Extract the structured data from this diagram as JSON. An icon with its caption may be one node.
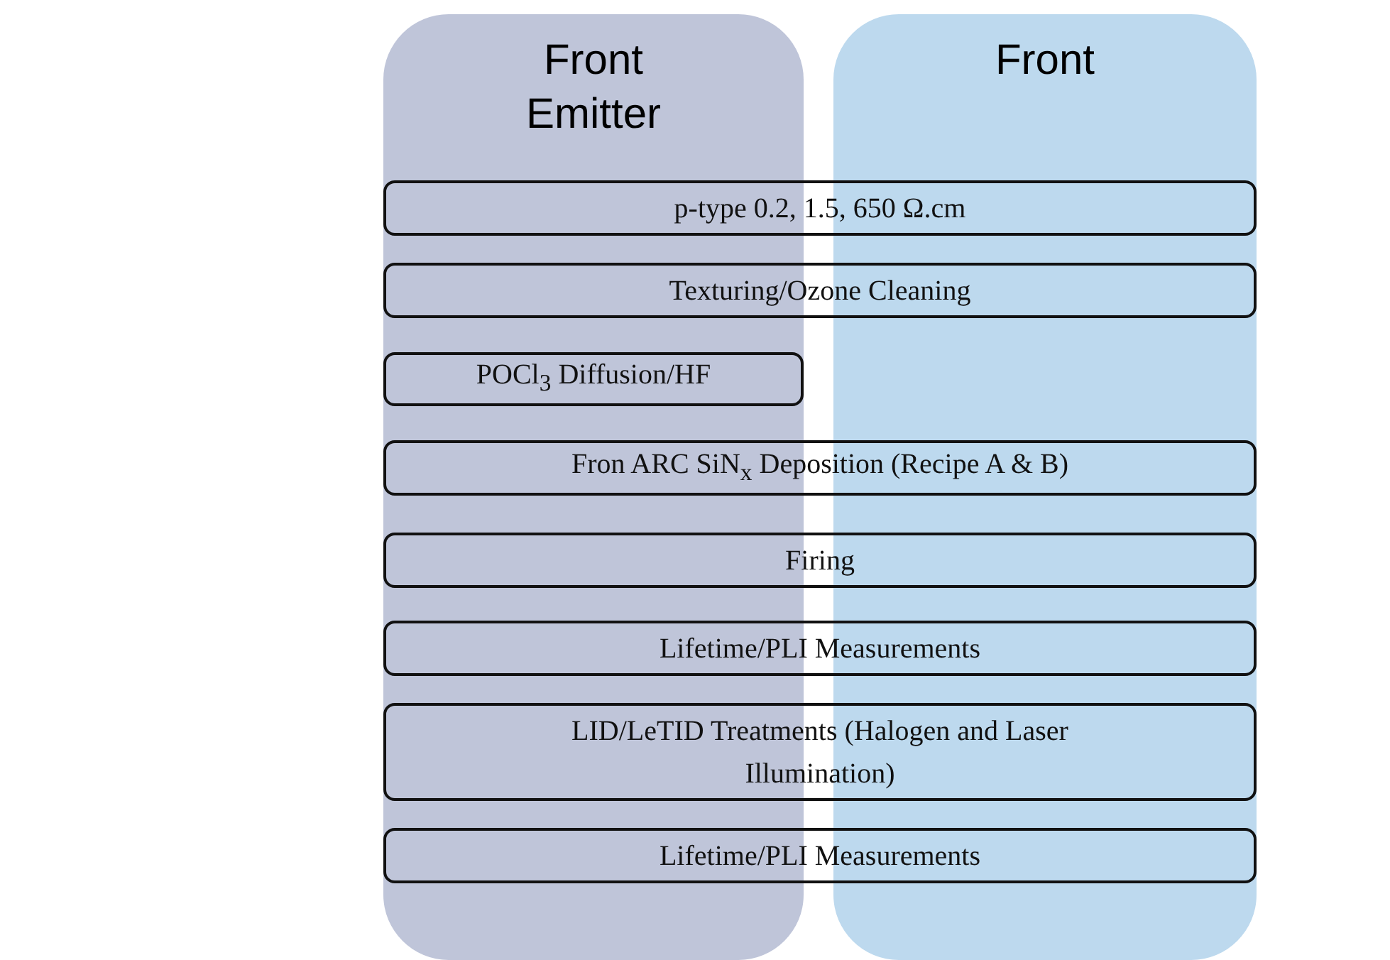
{
  "diagram": {
    "nodes": [
      {
        "text": [
          "Front Emitter"
        ]
      },
      {
        "text": [
          "Front"
        ]
      },
      {
        "text": [
          "p-type 0.2, 1.5, 650 Ω.cm"
        ]
      },
      {
        "text": [
          "Texturing/Ozone Cleaning"
        ]
      },
      {
        "text": [
          "POCl$_{3}$ Diffusion/HF"
        ],
        "in": 0
      },
      {
        "text": [
          "Fron ARC SiN$_{x}$ Deposition (Recipe A & B)"
        ]
      },
      {
        "text": [
          "Firing"
        ]
      },
      {
        "text": [
          "Lifetime/PLI Measurements"
        ]
      },
      {
        "text": [
          "LID/LeTID Treatments (Halogen and Laser Illumination)"
        ]
      },
      {
        "text": [
          "Lifetime/PLI Measurements"
        ]
      }
    ]
  }
}
